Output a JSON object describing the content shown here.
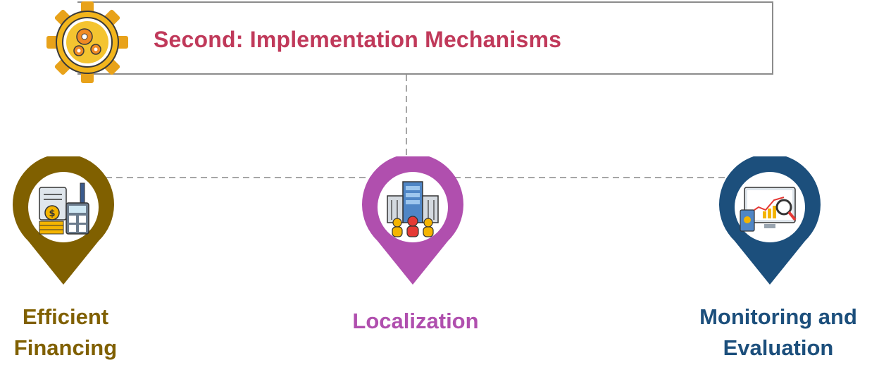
{
  "header": {
    "title": "Second: Implementation Mechanisms",
    "title_color": "#c0395a",
    "border_color": "#8c8c8c",
    "icon": "gears-icon"
  },
  "nodes": [
    {
      "label_line1": "Efficient",
      "label_line2": "Financing",
      "color": "#806000",
      "icon": "financing-calculator-icon"
    },
    {
      "label_line1": "Localization",
      "label_line2": "",
      "color": "#b04fae",
      "icon": "city-buildings-people-icon"
    },
    {
      "label_line1": "Monitoring and",
      "label_line2": "Evaluation",
      "color": "#1c4f7c",
      "icon": "analytics-monitor-icon"
    }
  ],
  "connector_color": "#a6a6a6"
}
